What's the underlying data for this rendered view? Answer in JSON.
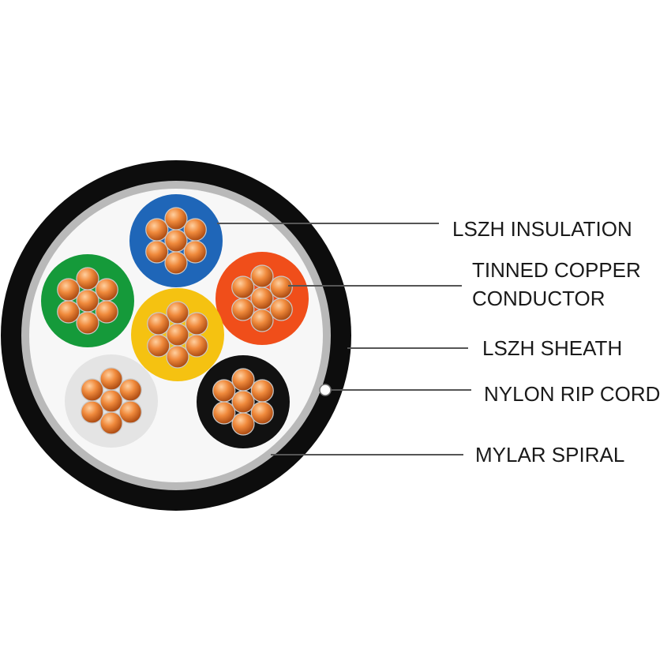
{
  "labels": {
    "insulation": "LSZH INSULATION",
    "conductor_line1": "TINNED COPPER",
    "conductor_line2": "CONDUCTOR",
    "sheath": "LSZH SHEATH",
    "rip_cord": "NYLON RIP CORD",
    "mylar": "MYLAR SPIRAL"
  },
  "colors": {
    "sheath": "#0d0d0d",
    "mylar": "#b9b9b9",
    "filler": "#f7f7f7",
    "copper_light": "#f6a15a",
    "copper_dark": "#a8470f",
    "leader_line": "#555555"
  },
  "cores": [
    {
      "name": "blue-core",
      "color": "#1f66b8"
    },
    {
      "name": "orange-core",
      "color": "#f04e1a"
    },
    {
      "name": "black-core",
      "color": "#111111"
    },
    {
      "name": "white-core",
      "color": "#e4e4e4"
    },
    {
      "name": "green-core",
      "color": "#159a3a"
    },
    {
      "name": "yellow-core",
      "color": "#f5c211"
    }
  ]
}
